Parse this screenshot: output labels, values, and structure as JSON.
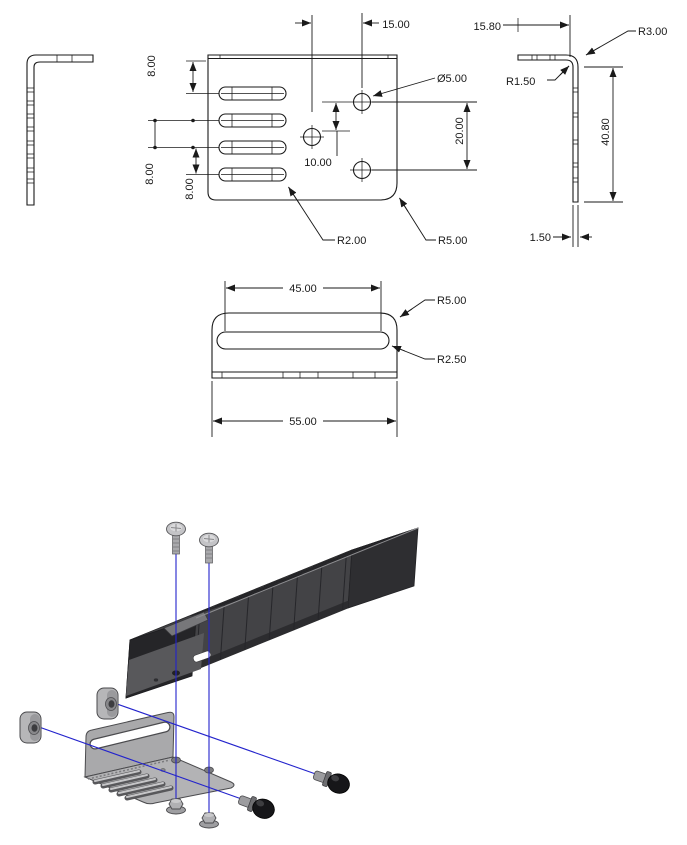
{
  "drawing": {
    "views": {
      "front": {
        "dims": {
          "width_hole_offset": "15.00",
          "hole_diameter": "Ø5.00",
          "slot_pitch_top": "8.00",
          "slot_pitch_mid": "8.00",
          "slot_pitch_bot": "8.00",
          "hole_vertical_offset": "10.00",
          "hole_spacing": "20.00",
          "slot_end_radius": "R2.00",
          "corner_radius": "R5.00"
        }
      },
      "side_right": {
        "dims": {
          "flange_length": "15.80",
          "outer_bend_radius": "R3.00",
          "inner_bend_radius": "R1.50",
          "leg_height": "40.80",
          "thickness": "1.50"
        }
      },
      "top": {
        "dims": {
          "slot_length": "45.00",
          "corner_radius": "R5.00",
          "slot_radius": "R2.50",
          "overall_width": "55.00"
        }
      }
    },
    "colors": {
      "line": "#1a1a1a",
      "guide_line": "#2323cc",
      "chain_top": "#67676a",
      "chain_side": "#434346",
      "bracket": "#b3b3b5",
      "hardware": "#c4c4c7",
      "knob": "#161619"
    },
    "exploded_parts": [
      {
        "name": "cable-drag-chain"
      },
      {
        "name": "pan-head-screw"
      },
      {
        "name": "pan-head-screw"
      },
      {
        "name": "mounting-bracket"
      },
      {
        "name": "t-slot-nut"
      },
      {
        "name": "t-slot-nut"
      },
      {
        "name": "flanged-hex-nut"
      },
      {
        "name": "flanged-hex-nut"
      },
      {
        "name": "black-thumb-screw"
      },
      {
        "name": "black-thumb-screw"
      }
    ]
  }
}
